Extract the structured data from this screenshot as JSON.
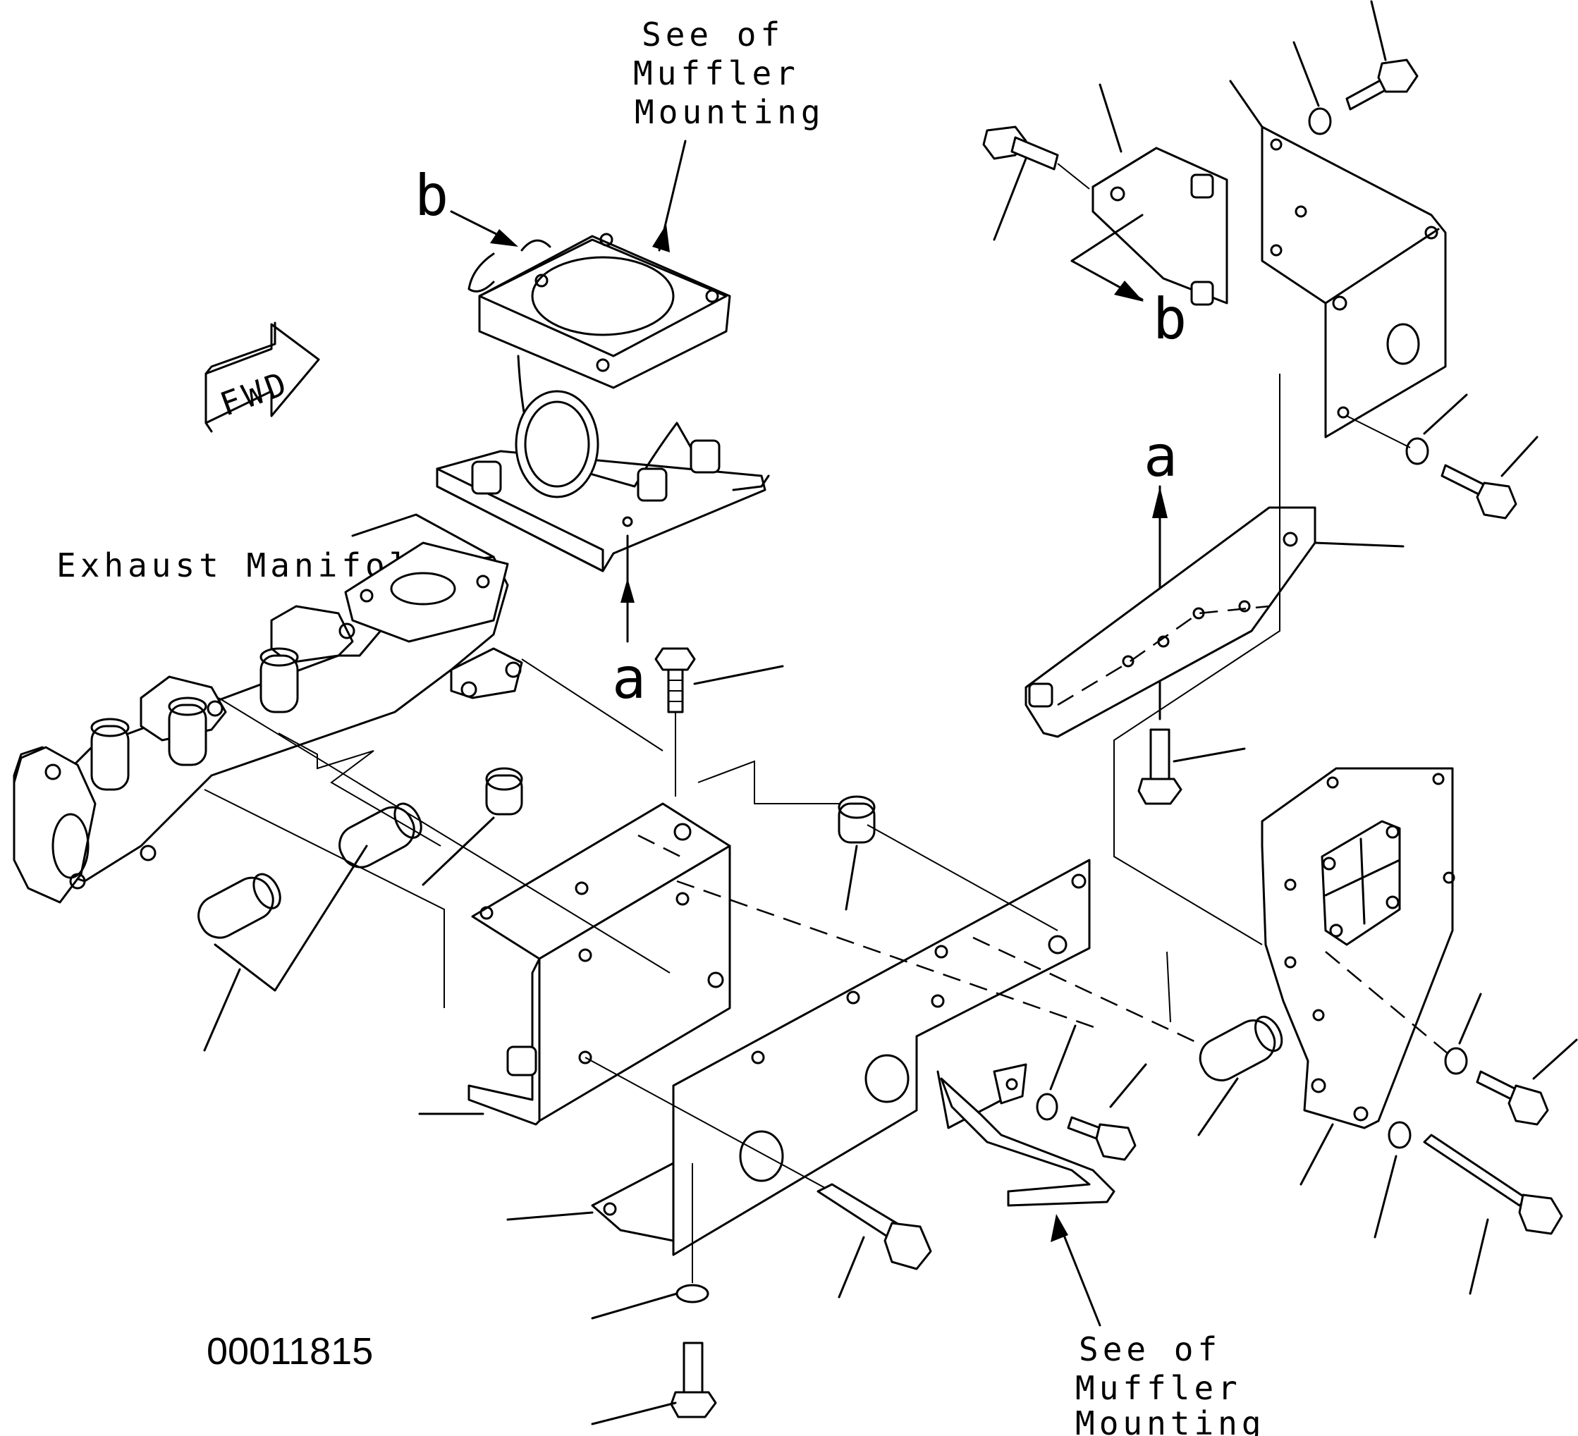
{
  "labels": {
    "see_muffler_top": [
      "See of",
      "Muffler",
      "Mounting"
    ],
    "see_muffler_bottom": [
      "See of",
      "Muffler",
      "Mounting"
    ],
    "exhaust_manifold": "Exhaust Manifold",
    "fwd": "FWD",
    "view_b": "b",
    "view_a": "a",
    "drawing_number": "00011815"
  },
  "colors": {
    "line": "#000000",
    "background": "#ffffff"
  },
  "icons": [
    "fwd-arrow-icon",
    "arrow-icon"
  ]
}
